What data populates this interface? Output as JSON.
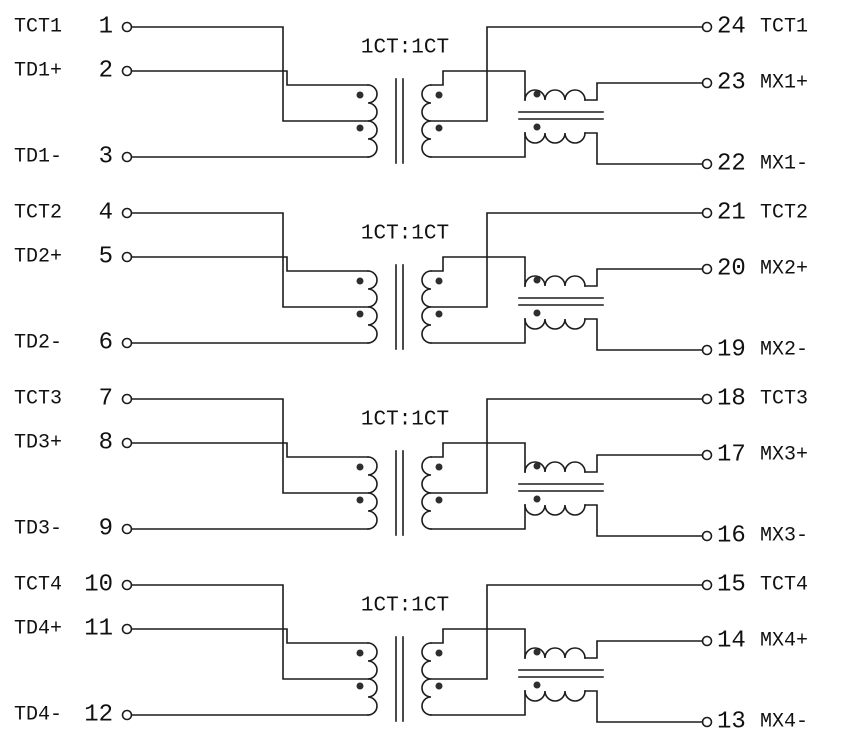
{
  "colors": {
    "line": "#1c1c1c",
    "background": "#ffffff",
    "polarity_dot": "#2e2e2e",
    "text": "#111111"
  },
  "diagram": {
    "type": "transformer-schematic",
    "channels": [
      {
        "ratio_label": "1CT:1CT",
        "left_pins": [
          {
            "name": "TCT1",
            "number": "1"
          },
          {
            "name": "TD1+",
            "number": "2"
          },
          {
            "name": "TD1-",
            "number": "3"
          }
        ],
        "right_pins": [
          {
            "number": "24",
            "name": "TCT1"
          },
          {
            "number": "23",
            "name": "MX1+"
          },
          {
            "number": "22",
            "name": "MX1-"
          }
        ]
      },
      {
        "ratio_label": "1CT:1CT",
        "left_pins": [
          {
            "name": "TCT2",
            "number": "4"
          },
          {
            "name": "TD2+",
            "number": "5"
          },
          {
            "name": "TD2-",
            "number": "6"
          }
        ],
        "right_pins": [
          {
            "number": "21",
            "name": "TCT2"
          },
          {
            "number": "20",
            "name": "MX2+"
          },
          {
            "number": "19",
            "name": "MX2-"
          }
        ]
      },
      {
        "ratio_label": "1CT:1CT",
        "left_pins": [
          {
            "name": "TCT3",
            "number": "7"
          },
          {
            "name": "TD3+",
            "number": "8"
          },
          {
            "name": "TD3-",
            "number": "9"
          }
        ],
        "right_pins": [
          {
            "number": "18",
            "name": "TCT3"
          },
          {
            "number": "17",
            "name": "MX3+"
          },
          {
            "number": "16",
            "name": "MX3-"
          }
        ]
      },
      {
        "ratio_label": "1CT:1CT",
        "left_pins": [
          {
            "name": "TCT4",
            "number": "10"
          },
          {
            "name": "TD4+",
            "number": "11"
          },
          {
            "name": "TD4-",
            "number": "12"
          }
        ],
        "right_pins": [
          {
            "number": "15",
            "name": "TCT4"
          },
          {
            "number": "14",
            "name": "MX4+"
          },
          {
            "number": "13",
            "name": "MX4-"
          }
        ]
      }
    ]
  }
}
